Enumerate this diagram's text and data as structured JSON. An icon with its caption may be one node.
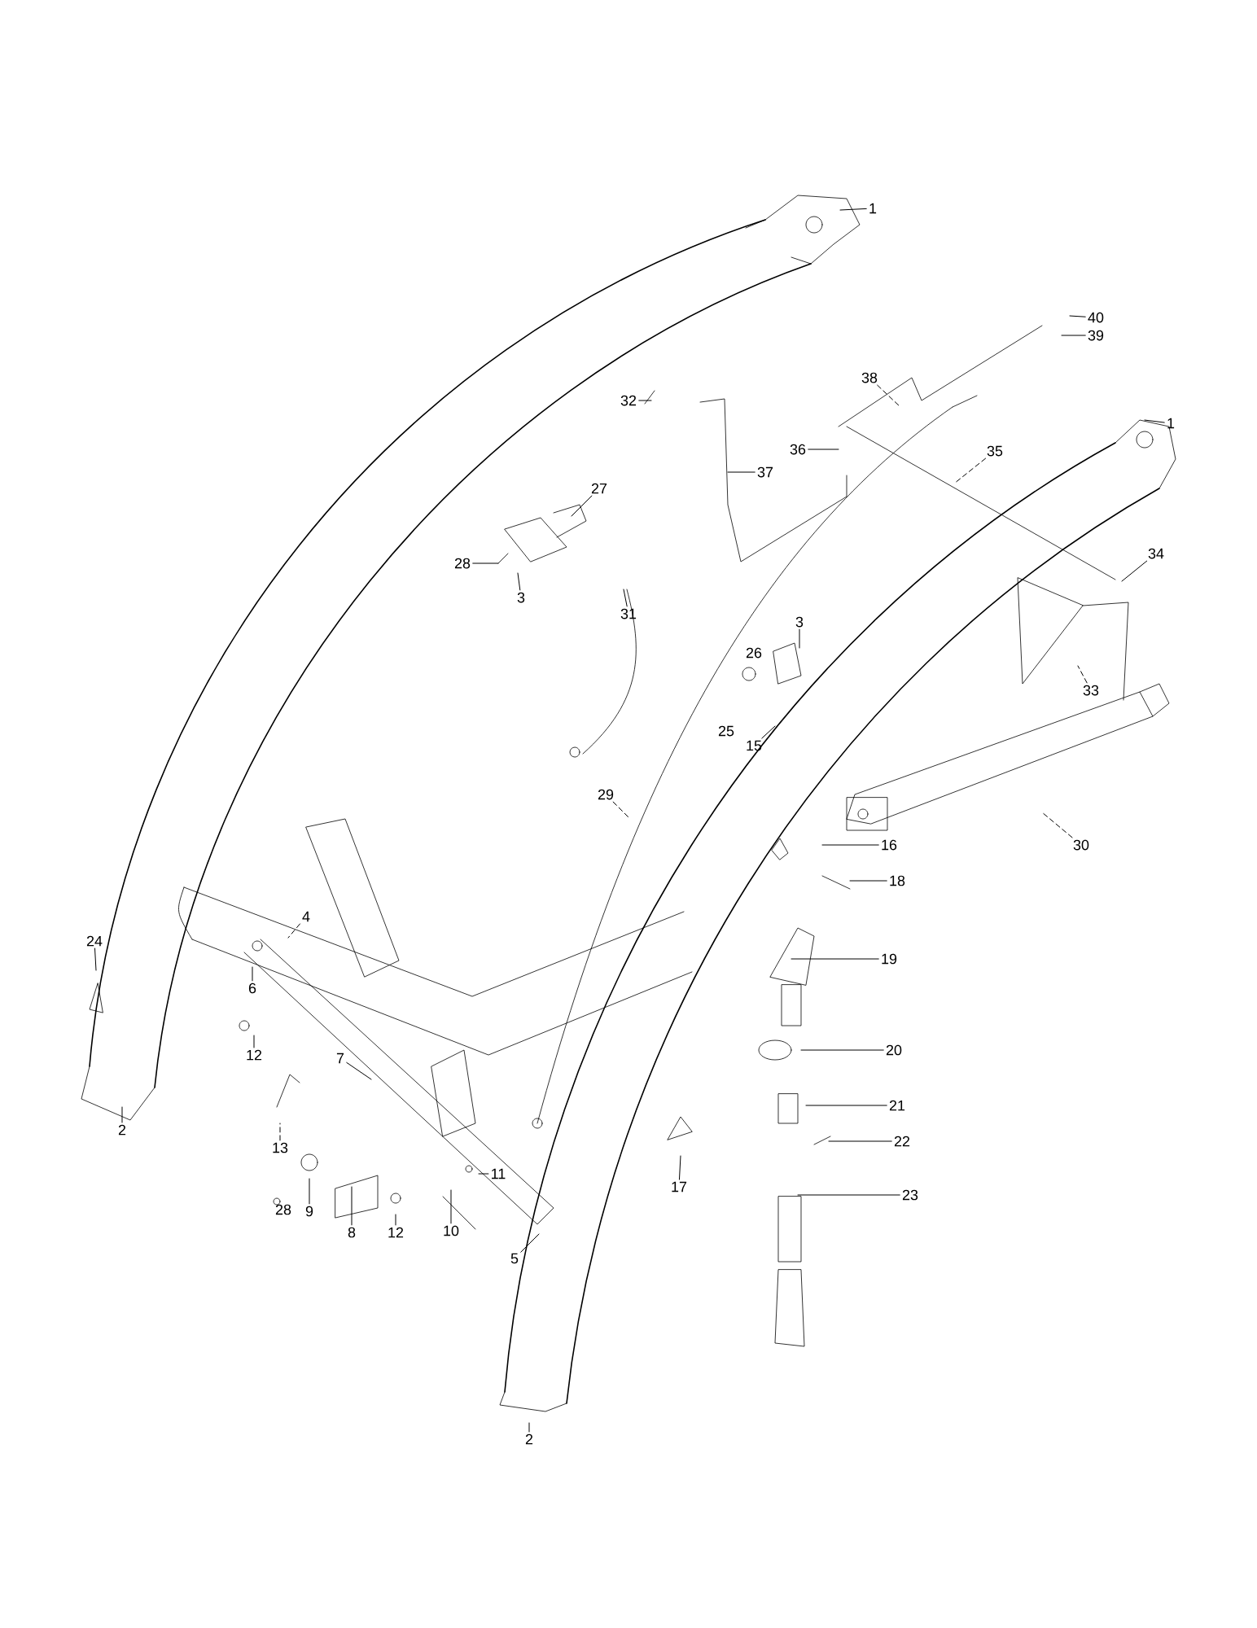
{
  "diagram": {
    "nodes": [
      {
        "text": [
          "1"
        ]
      },
      {
        "text": [
          "40"
        ]
      },
      {
        "text": [
          "39"
        ]
      },
      {
        "text": [
          "38"
        ]
      },
      {
        "text": [
          "32"
        ]
      },
      {
        "text": [
          "1"
        ]
      },
      {
        "text": [
          "36"
        ]
      },
      {
        "text": [
          "35"
        ]
      },
      {
        "text": [
          "37"
        ]
      },
      {
        "text": [
          "27"
        ]
      },
      {
        "text": [
          "34"
        ]
      },
      {
        "text": [
          "28"
        ]
      },
      {
        "text": [
          "3"
        ]
      },
      {
        "text": [
          "31"
        ]
      },
      {
        "text": [
          "3"
        ]
      },
      {
        "text": [
          "15"
        ]
      },
      {
        "text": [
          "33"
        ]
      },
      {
        "text": [
          "29"
        ]
      },
      {
        "text": [
          "30"
        ]
      },
      {
        "text": [
          "16"
        ]
      },
      {
        "text": [
          "18"
        ]
      },
      {
        "text": [
          "4"
        ]
      },
      {
        "text": [
          "24"
        ]
      },
      {
        "text": [
          "19"
        ]
      },
      {
        "text": [
          "6"
        ]
      },
      {
        "text": [
          "20"
        ]
      },
      {
        "text": [
          "12"
        ]
      },
      {
        "text": [
          "7"
        ]
      },
      {
        "text": [
          "21"
        ]
      },
      {
        "text": [
          "2"
        ]
      },
      {
        "text": [
          "22"
        ]
      },
      {
        "text": [
          "13"
        ]
      },
      {
        "text": [
          "17"
        ]
      },
      {
        "text": [
          "11"
        ]
      },
      {
        "text": [
          "23"
        ]
      },
      {
        "text": [
          "9"
        ]
      },
      {
        "text": [
          "8"
        ]
      },
      {
        "text": [
          "12"
        ]
      },
      {
        "text": [
          "10"
        ]
      },
      {
        "text": [
          "5"
        ]
      },
      {
        "text": [
          "2"
        ]
      }
    ],
    "edges": [
      {
        "from": 0,
        "to": null,
        "arrow": "none"
      },
      {
        "from": 1,
        "to": null,
        "arrow": "none"
      },
      {
        "from": 2,
        "to": null,
        "arrow": "none"
      },
      {
        "from": 3,
        "to": null,
        "arrow": "none",
        "style": "dashed"
      },
      {
        "from": 4,
        "to": null,
        "arrow": "none"
      },
      {
        "from": 5,
        "to": null,
        "arrow": "none"
      },
      {
        "from": 6,
        "to": null,
        "arrow": "none"
      },
      {
        "from": 7,
        "to": null,
        "arrow": "none",
        "style": "dashed"
      },
      {
        "from": 8,
        "to": null,
        "arrow": "none"
      },
      {
        "from": 9,
        "to": null,
        "arrow": "none"
      },
      {
        "from": 10,
        "to": null,
        "arrow": "none"
      },
      {
        "from": 11,
        "to": null,
        "arrow": "none"
      },
      {
        "from": 12,
        "to": null,
        "arrow": "none"
      },
      {
        "from": 13,
        "to": null,
        "arrow": "none"
      },
      {
        "from": 14,
        "to": null,
        "arrow": "none"
      },
      {
        "from": 15,
        "to": null,
        "arrow": "none"
      },
      {
        "from": 16,
        "to": null,
        "arrow": "none",
        "style": "dashed"
      },
      {
        "from": 17,
        "to": null,
        "arrow": "none",
        "style": "dashed"
      },
      {
        "from": 18,
        "to": null,
        "arrow": "none",
        "style": "dashed"
      },
      {
        "from": 19,
        "to": null,
        "arrow": "none"
      },
      {
        "from": 20,
        "to": null,
        "arrow": "none"
      },
      {
        "from": 21,
        "to": null,
        "arrow": "none",
        "style": "dashed"
      },
      {
        "from": 22,
        "to": null,
        "arrow": "none"
      },
      {
        "from": 23,
        "to": null,
        "arrow": "none"
      },
      {
        "from": 24,
        "to": null,
        "arrow": "none"
      },
      {
        "from": 25,
        "to": null,
        "arrow": "none"
      },
      {
        "from": 26,
        "to": null,
        "arrow": "none"
      },
      {
        "from": 27,
        "to": null,
        "arrow": "none"
      },
      {
        "from": 28,
        "to": null,
        "arrow": "none"
      },
      {
        "from": 29,
        "to": null,
        "arrow": "none"
      },
      {
        "from": 30,
        "to": null,
        "arrow": "none"
      },
      {
        "from": 31,
        "to": null,
        "arrow": "none",
        "style": "dashed"
      },
      {
        "from": 32,
        "to": null,
        "arrow": "none"
      },
      {
        "from": 33,
        "to": null,
        "arrow": "none"
      },
      {
        "from": 34,
        "to": null,
        "arrow": "none"
      },
      {
        "from": 35,
        "to": null,
        "arrow": "none"
      },
      {
        "from": 36,
        "to": null,
        "arrow": "none"
      },
      {
        "from": 37,
        "to": null,
        "arrow": "none"
      },
      {
        "from": 38,
        "to": null,
        "arrow": "none"
      },
      {
        "from": 39,
        "to": null,
        "arrow": "none"
      },
      {
        "from": 40,
        "to": null,
        "arrow": "none"
      }
    ],
    "labels": [
      "26",
      "25",
      "28"
    ]
  }
}
